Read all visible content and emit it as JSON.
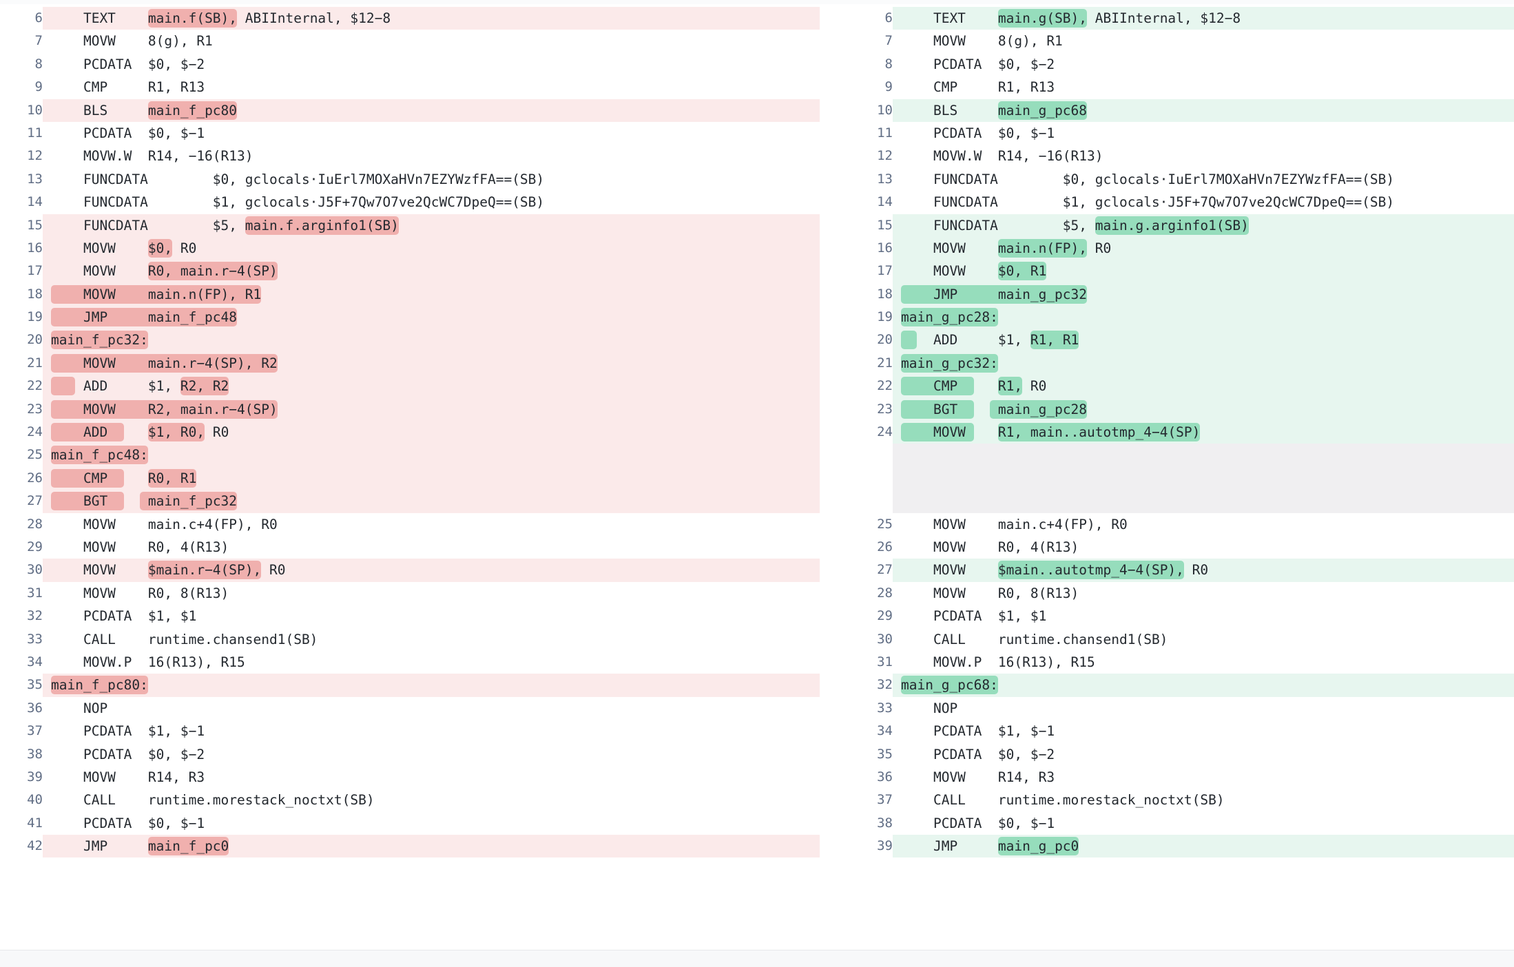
{
  "view": {
    "type": "split-diff",
    "colors": {
      "deletion_band": "#fbeaea",
      "deletion_word": "#f0b0ae",
      "addition_band": "#e7f6ef",
      "addition_word": "#96ddbc",
      "filler": "#f0eff1",
      "line_number": "#616e85",
      "code_text": "#24292f"
    }
  },
  "left": {
    "label": "main.f",
    "rows": [
      {
        "n": "6",
        "band": "del",
        "parts": [
          {
            "t": "    TEXT    "
          },
          {
            "t": "main.f(SB),",
            "hl": true
          },
          {
            "t": " ABIInternal, $12−8"
          }
        ]
      },
      {
        "n": "7",
        "band": "none",
        "parts": [
          {
            "t": "    MOVW    8(g), R1"
          }
        ]
      },
      {
        "n": "8",
        "band": "none",
        "parts": [
          {
            "t": "    PCDATA  $0, $−2"
          }
        ]
      },
      {
        "n": "9",
        "band": "none",
        "parts": [
          {
            "t": "    CMP     R1, R13"
          }
        ]
      },
      {
        "n": "10",
        "band": "del",
        "parts": [
          {
            "t": "    BLS     "
          },
          {
            "t": "main_f_pc80",
            "hl": true
          }
        ]
      },
      {
        "n": "11",
        "band": "none",
        "parts": [
          {
            "t": "    PCDATA  $0, $−1"
          }
        ]
      },
      {
        "n": "12",
        "band": "none",
        "parts": [
          {
            "t": "    MOVW.W  R14, −16(R13)"
          }
        ]
      },
      {
        "n": "13",
        "band": "none",
        "parts": [
          {
            "t": "    FUNCDATA        $0, gclocals·IuErl7MOXaHVn7EZYWzfFA==(SB)"
          }
        ]
      },
      {
        "n": "14",
        "band": "none",
        "parts": [
          {
            "t": "    FUNCDATA        $1, gclocals·J5F+7Qw7O7ve2QcWC7DpeQ==(SB)"
          }
        ]
      },
      {
        "n": "15",
        "band": "del",
        "parts": [
          {
            "t": "    FUNCDATA        $5, "
          },
          {
            "t": "main.f.arginfo1(SB)",
            "hl": true
          }
        ]
      },
      {
        "n": "16",
        "band": "del",
        "parts": [
          {
            "t": "    MOVW    "
          },
          {
            "t": "$0,",
            "hl": true
          },
          {
            "t": " R0"
          }
        ]
      },
      {
        "n": "17",
        "band": "del",
        "parts": [
          {
            "t": "    MOVW    "
          },
          {
            "t": "R0, main.r−4(SP)",
            "hl": true
          }
        ]
      },
      {
        "n": "18",
        "band": "del",
        "parts": [
          {
            "t": "    MOVW    main.n(FP), R1",
            "hl": true
          }
        ]
      },
      {
        "n": "19",
        "band": "del",
        "parts": [
          {
            "t": "    JMP     main_f_pc48",
            "hl": true
          }
        ]
      },
      {
        "n": "20",
        "band": "del",
        "parts": [
          {
            "t": "main_f_pc32:",
            "hl": true
          }
        ]
      },
      {
        "n": "21",
        "band": "del",
        "parts": [
          {
            "t": "    MOVW    main.r−4(SP), R2",
            "hl": true
          }
        ]
      },
      {
        "n": "22",
        "band": "del",
        "parts": [
          {
            "t": "   ",
            "hl": true
          },
          {
            "t": " ADD     $1, "
          },
          {
            "t": "R2, R2",
            "hl": true
          }
        ]
      },
      {
        "n": "23",
        "band": "del",
        "parts": [
          {
            "t": "    MOVW    R2, main.r−4(SP)",
            "hl": true
          }
        ]
      },
      {
        "n": "24",
        "band": "del",
        "parts": [
          {
            "t": "    ADD  ",
            "hl": true
          },
          {
            "t": "   "
          },
          {
            "t": "$1, R0,",
            "hl": true
          },
          {
            "t": " R0"
          }
        ]
      },
      {
        "n": "25",
        "band": "del",
        "parts": [
          {
            "t": "main_f_pc48:",
            "hl": true
          }
        ]
      },
      {
        "n": "26",
        "band": "del",
        "parts": [
          {
            "t": "    CMP  ",
            "hl": true
          },
          {
            "t": "   "
          },
          {
            "t": "R0, R1",
            "hl": true
          }
        ]
      },
      {
        "n": "27",
        "band": "del",
        "parts": [
          {
            "t": "    BGT  ",
            "hl": true
          },
          {
            "t": "  "
          },
          {
            "t": " main_f_pc32",
            "hl": true
          }
        ]
      },
      {
        "n": "28",
        "band": "none",
        "parts": [
          {
            "t": "    MOVW    main.c+4(FP), R0"
          }
        ]
      },
      {
        "n": "29",
        "band": "none",
        "parts": [
          {
            "t": "    MOVW    R0, 4(R13)"
          }
        ]
      },
      {
        "n": "30",
        "band": "del",
        "parts": [
          {
            "t": "    MOVW    "
          },
          {
            "t": "$main.r−4(SP),",
            "hl": true
          },
          {
            "t": " R0"
          }
        ]
      },
      {
        "n": "31",
        "band": "none",
        "parts": [
          {
            "t": "    MOVW    R0, 8(R13)"
          }
        ]
      },
      {
        "n": "32",
        "band": "none",
        "parts": [
          {
            "t": "    PCDATA  $1, $1"
          }
        ]
      },
      {
        "n": "33",
        "band": "none",
        "parts": [
          {
            "t": "    CALL    runtime.chansend1(SB)"
          }
        ]
      },
      {
        "n": "34",
        "band": "none",
        "parts": [
          {
            "t": "    MOVW.P  16(R13), R15"
          }
        ]
      },
      {
        "n": "35",
        "band": "del",
        "parts": [
          {
            "t": "main_f_pc80:",
            "hl": true
          }
        ]
      },
      {
        "n": "36",
        "band": "none",
        "parts": [
          {
            "t": "    NOP"
          }
        ]
      },
      {
        "n": "37",
        "band": "none",
        "parts": [
          {
            "t": "    PCDATA  $1, $−1"
          }
        ]
      },
      {
        "n": "38",
        "band": "none",
        "parts": [
          {
            "t": "    PCDATA  $0, $−2"
          }
        ]
      },
      {
        "n": "39",
        "band": "none",
        "parts": [
          {
            "t": "    MOVW    R14, R3"
          }
        ]
      },
      {
        "n": "40",
        "band": "none",
        "parts": [
          {
            "t": "    CALL    runtime.morestack_noctxt(SB)"
          }
        ]
      },
      {
        "n": "41",
        "band": "none",
        "parts": [
          {
            "t": "    PCDATA  $0, $−1"
          }
        ]
      },
      {
        "n": "42",
        "band": "del",
        "parts": [
          {
            "t": "    JMP     "
          },
          {
            "t": "main_f_pc0",
            "hl": true
          }
        ]
      }
    ]
  },
  "right": {
    "label": "main.g",
    "rows": [
      {
        "n": "6",
        "band": "add",
        "parts": [
          {
            "t": "    TEXT    "
          },
          {
            "t": "main.g(SB),",
            "hl": true
          },
          {
            "t": " ABIInternal, $12−8"
          }
        ]
      },
      {
        "n": "7",
        "band": "none",
        "parts": [
          {
            "t": "    MOVW    8(g), R1"
          }
        ]
      },
      {
        "n": "8",
        "band": "none",
        "parts": [
          {
            "t": "    PCDATA  $0, $−2"
          }
        ]
      },
      {
        "n": "9",
        "band": "none",
        "parts": [
          {
            "t": "    CMP     R1, R13"
          }
        ]
      },
      {
        "n": "10",
        "band": "add",
        "parts": [
          {
            "t": "    BLS     "
          },
          {
            "t": "main_g_pc68",
            "hl": true
          }
        ]
      },
      {
        "n": "11",
        "band": "none",
        "parts": [
          {
            "t": "    PCDATA  $0, $−1"
          }
        ]
      },
      {
        "n": "12",
        "band": "none",
        "parts": [
          {
            "t": "    MOVW.W  R14, −16(R13)"
          }
        ]
      },
      {
        "n": "13",
        "band": "none",
        "parts": [
          {
            "t": "    FUNCDATA        $0, gclocals·IuErl7MOXaHVn7EZYWzfFA==(SB)"
          }
        ]
      },
      {
        "n": "14",
        "band": "none",
        "parts": [
          {
            "t": "    FUNCDATA        $1, gclocals·J5F+7Qw7O7ve2QcWC7DpeQ==(SB)"
          }
        ]
      },
      {
        "n": "15",
        "band": "add",
        "parts": [
          {
            "t": "    FUNCDATA        $5, "
          },
          {
            "t": "main.g.arginfo1(SB)",
            "hl": true
          }
        ]
      },
      {
        "n": "16",
        "band": "add",
        "parts": [
          {
            "t": "    MOVW    "
          },
          {
            "t": "main.n(FP),",
            "hl": true
          },
          {
            "t": " R0"
          }
        ]
      },
      {
        "n": "17",
        "band": "add",
        "parts": [
          {
            "t": "    MOVW    "
          },
          {
            "t": "$0, R1",
            "hl": true
          }
        ]
      },
      {
        "n": "18",
        "band": "add",
        "parts": [
          {
            "t": "    JMP     main_g_pc32",
            "hl": true
          }
        ]
      },
      {
        "n": "19",
        "band": "add",
        "parts": [
          {
            "t": "main_g_pc28:",
            "hl": true
          }
        ]
      },
      {
        "n": "20",
        "band": "add",
        "parts": [
          {
            "t": "  ",
            "hl": true
          },
          {
            "t": "  ADD     $1, "
          },
          {
            "t": "R1, R1",
            "hl": true
          }
        ]
      },
      {
        "n": "21",
        "band": "add",
        "parts": [
          {
            "t": "main_g_pc32:",
            "hl": true
          }
        ]
      },
      {
        "n": "22",
        "band": "add",
        "parts": [
          {
            "t": "    CMP  ",
            "hl": true
          },
          {
            "t": "   "
          },
          {
            "t": "R1,",
            "hl": true
          },
          {
            "t": " R0"
          }
        ]
      },
      {
        "n": "23",
        "band": "add",
        "parts": [
          {
            "t": "    BGT  ",
            "hl": true
          },
          {
            "t": "  "
          },
          {
            "t": " main_g_pc28",
            "hl": true
          }
        ]
      },
      {
        "n": "24",
        "band": "add",
        "parts": [
          {
            "t": "    MOVW ",
            "hl": true
          },
          {
            "t": "   "
          },
          {
            "t": "R1, main..autotmp_4−4(SP)",
            "hl": true
          }
        ]
      },
      {
        "n": "",
        "band": "filler",
        "parts": [
          {
            "t": " "
          }
        ]
      },
      {
        "n": "",
        "band": "filler",
        "parts": [
          {
            "t": " "
          }
        ]
      },
      {
        "n": "",
        "band": "filler",
        "parts": [
          {
            "t": " "
          }
        ]
      },
      {
        "n": "25",
        "band": "none",
        "parts": [
          {
            "t": "    MOVW    main.c+4(FP), R0"
          }
        ]
      },
      {
        "n": "26",
        "band": "none",
        "parts": [
          {
            "t": "    MOVW    R0, 4(R13)"
          }
        ]
      },
      {
        "n": "27",
        "band": "add",
        "parts": [
          {
            "t": "    MOVW    "
          },
          {
            "t": "$main..autotmp_4−4(SP),",
            "hl": true
          },
          {
            "t": " R0"
          }
        ]
      },
      {
        "n": "28",
        "band": "none",
        "parts": [
          {
            "t": "    MOVW    R0, 8(R13)"
          }
        ]
      },
      {
        "n": "29",
        "band": "none",
        "parts": [
          {
            "t": "    PCDATA  $1, $1"
          }
        ]
      },
      {
        "n": "30",
        "band": "none",
        "parts": [
          {
            "t": "    CALL    runtime.chansend1(SB)"
          }
        ]
      },
      {
        "n": "31",
        "band": "none",
        "parts": [
          {
            "t": "    MOVW.P  16(R13), R15"
          }
        ]
      },
      {
        "n": "32",
        "band": "add",
        "parts": [
          {
            "t": "main_g_pc68:",
            "hl": true
          }
        ]
      },
      {
        "n": "33",
        "band": "none",
        "parts": [
          {
            "t": "    NOP"
          }
        ]
      },
      {
        "n": "34",
        "band": "none",
        "parts": [
          {
            "t": "    PCDATA  $1, $−1"
          }
        ]
      },
      {
        "n": "35",
        "band": "none",
        "parts": [
          {
            "t": "    PCDATA  $0, $−2"
          }
        ]
      },
      {
        "n": "36",
        "band": "none",
        "parts": [
          {
            "t": "    MOVW    R14, R3"
          }
        ]
      },
      {
        "n": "37",
        "band": "none",
        "parts": [
          {
            "t": "    CALL    runtime.morestack_noctxt(SB)"
          }
        ]
      },
      {
        "n": "38",
        "band": "none",
        "parts": [
          {
            "t": "    PCDATA  $0, $−1"
          }
        ]
      },
      {
        "n": "39",
        "band": "add",
        "parts": [
          {
            "t": "    JMP     "
          },
          {
            "t": "main_g_pc0",
            "hl": true
          }
        ]
      }
    ]
  }
}
